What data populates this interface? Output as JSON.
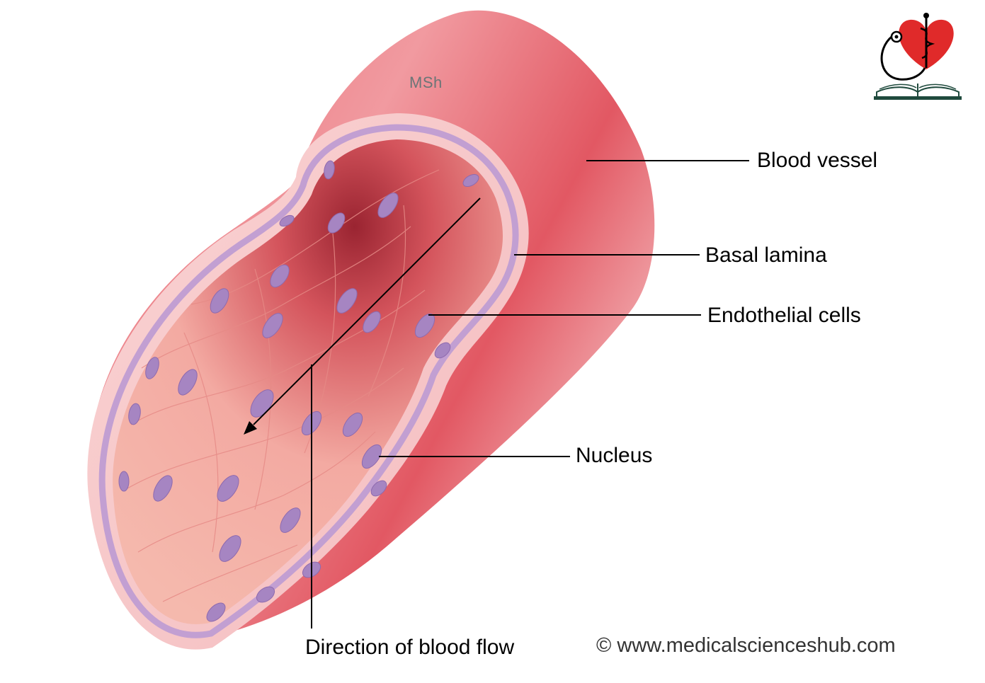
{
  "watermark": "MSh",
  "labels": {
    "blood_vessel": "Blood vessel",
    "basal_lamina": "Basal lamina",
    "endothelial_cells": "Endothelial cells",
    "nucleus": "Nucleus",
    "direction": "Direction of blood flow"
  },
  "credit": "© www.medicalscienceshub.com",
  "colors": {
    "vessel_outer": "#e0535e",
    "vessel_highlight": "#f6c2c4",
    "lumen": "#f2a7a0",
    "lumen_deep": "#b8323d",
    "nucleus": "#a882c0",
    "lamina": "#c7a6d6",
    "logo_heart": "#e02a2a"
  },
  "icons": {
    "logo": "heart-caduceus-book-logo"
  }
}
